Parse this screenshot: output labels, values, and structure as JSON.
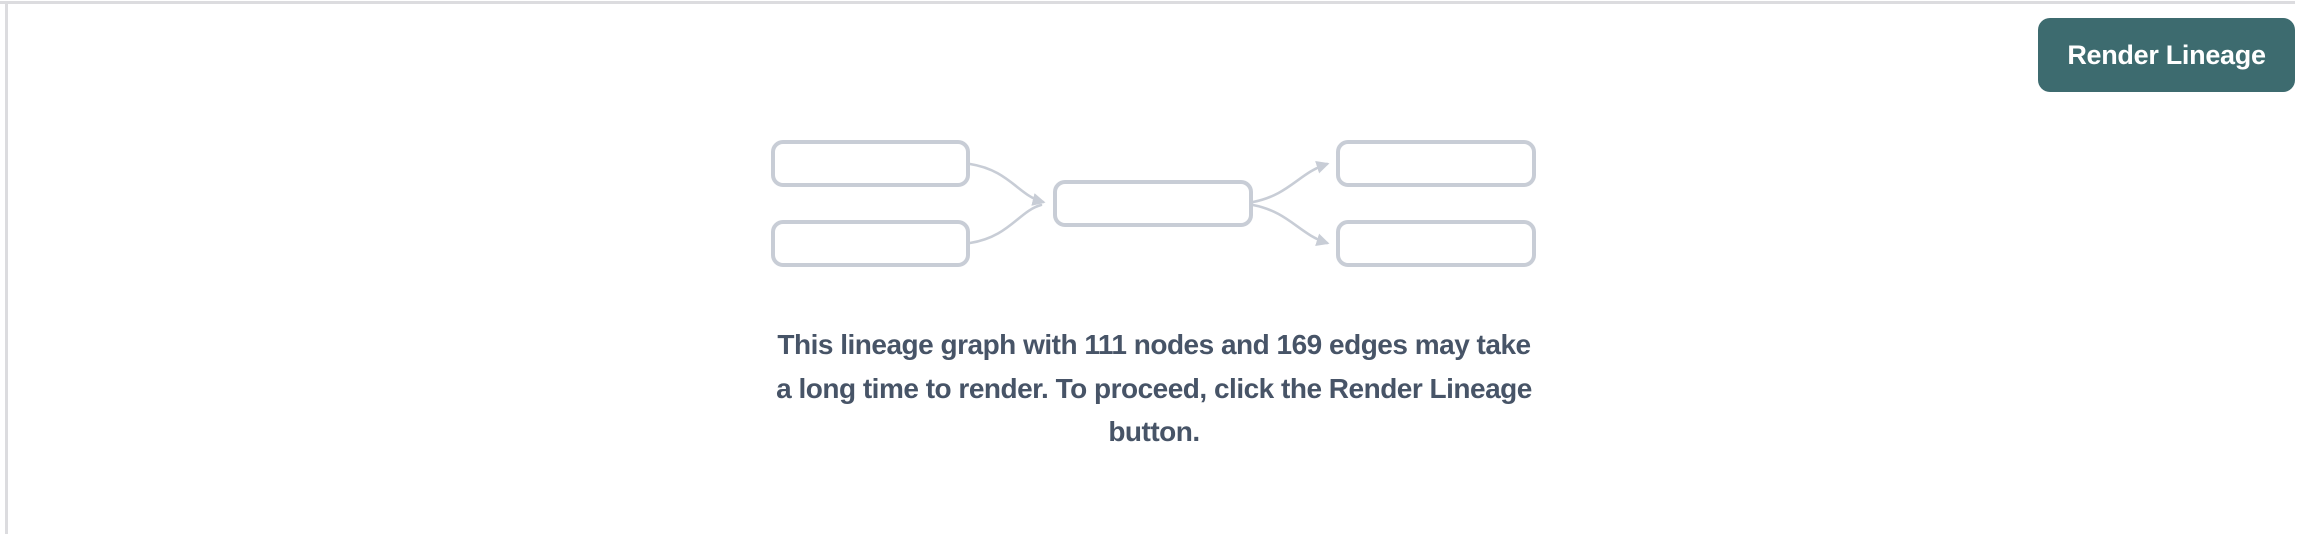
{
  "toolbar": {
    "render_lineage_label": "Render Lineage"
  },
  "empty_state": {
    "message_lines": [
      "This lineage graph with 111 nodes and 169 edges may take",
      "a long time to render. To proceed, click the Render Lineage",
      "button."
    ],
    "node_count": 111,
    "edge_count": 169
  },
  "placeholder_graph": {
    "node_boxes": 5,
    "edge_arrows": 4
  },
  "colors": {
    "button_bg": "#3d6b6f",
    "button_text": "#ffffff",
    "graph_line": "#c8cdd6",
    "panel_border": "#dcdcdf",
    "message_text": "#475467",
    "background": "#ffffff"
  }
}
